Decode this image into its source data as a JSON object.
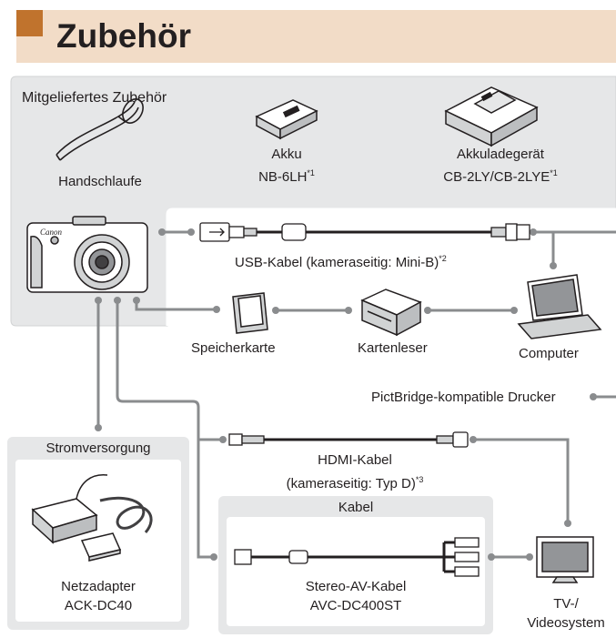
{
  "page": {
    "title": "Zubehör"
  },
  "included": {
    "heading": "Mitgeliefertes Zubehör",
    "strap": "Handschlaufe",
    "battery": {
      "line1": "Akku",
      "line2": "NB-6LH",
      "note": "*1"
    },
    "charger": {
      "line1": "Akkuladegerät",
      "line2": "CB-2LY/CB-2LYE",
      "note": "*1"
    }
  },
  "connections": {
    "usb_cable": {
      "label": "USB-Kabel (kameraseitig: Mini-B)",
      "note": "*2"
    },
    "memory_card": "Speicherkarte",
    "card_reader": "Kartenleser",
    "computer": "Computer",
    "printer": "PictBridge-kompatible Drucker",
    "hdmi_cable": {
      "line1": "HDMI-Kabel",
      "line2": "(kameraseitig: Typ D)",
      "note": "*3"
    },
    "tv": {
      "line1": "TV-/",
      "line2": "Videosystem"
    }
  },
  "power": {
    "heading": "Stromversorgung",
    "adapter": {
      "line1": "Netzadapter",
      "line2": "ACK-DC40"
    }
  },
  "cables": {
    "heading": "Kabel",
    "av_cable": {
      "line1": "Stereo-AV-Kabel",
      "line2": "AVC-DC400ST"
    }
  },
  "camera": {
    "brand": "Canon"
  },
  "colors": {
    "header_band": "#f2dcc7",
    "header_accent": "#c0732d",
    "panel": "#e6e7e8",
    "line": "#8a8c8e"
  }
}
